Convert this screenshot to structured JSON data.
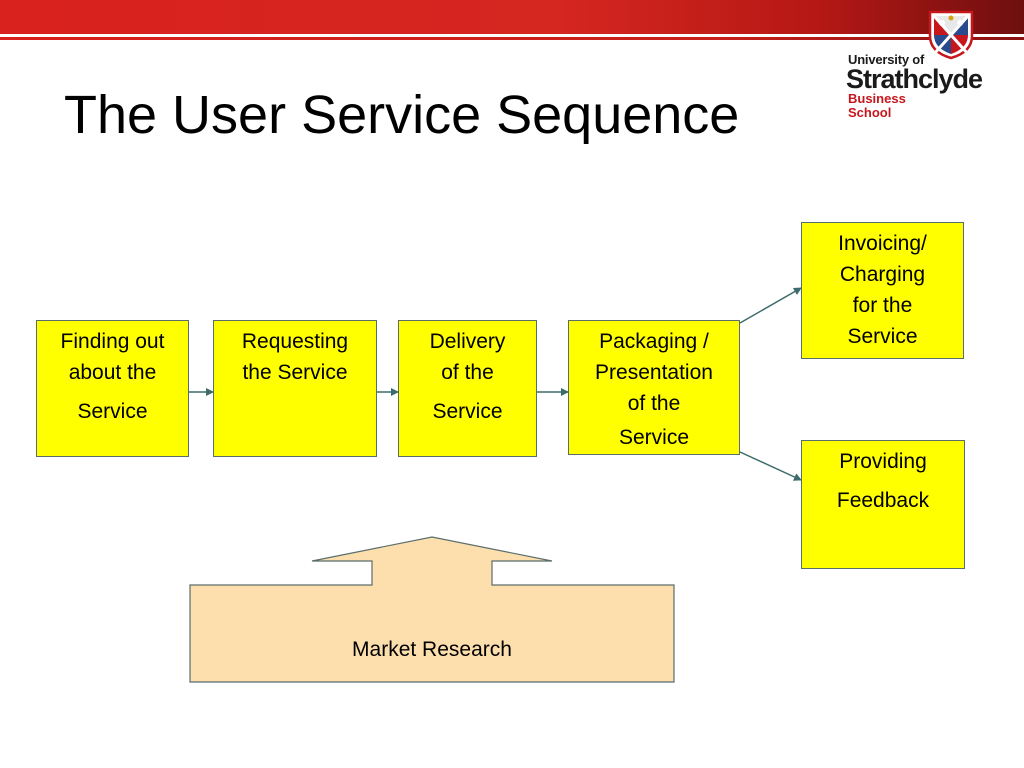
{
  "slide": {
    "title": "The User Service Sequence"
  },
  "logo": {
    "university_of": "University of",
    "strathclyde": "Strathclyde",
    "business": "Business",
    "school": "School"
  },
  "boxes": {
    "finding": {
      "line1": "Finding out",
      "line2": "about the",
      "line3": "Service"
    },
    "requesting": {
      "line1": "Requesting",
      "line2": "the Service"
    },
    "delivery": {
      "line1": "Delivery",
      "line2": "of the",
      "line3": "Service"
    },
    "packaging": {
      "line1": "Packaging /",
      "line2": "Presentation",
      "line3": "of the",
      "line4": "Service"
    },
    "invoicing": {
      "line1": "Invoicing/",
      "line2": "Charging",
      "line3": "for the",
      "line4": "Service"
    },
    "feedback": {
      "line1": "Providing",
      "line2": "Feedback"
    }
  },
  "market_research": {
    "label": "Market Research"
  },
  "colors": {
    "box_fill": "#ffff00",
    "box_border": "#5a6d6d",
    "research_fill": "#fddfad",
    "connector": "#3d6b6b",
    "accent_red": "#d9211d"
  }
}
